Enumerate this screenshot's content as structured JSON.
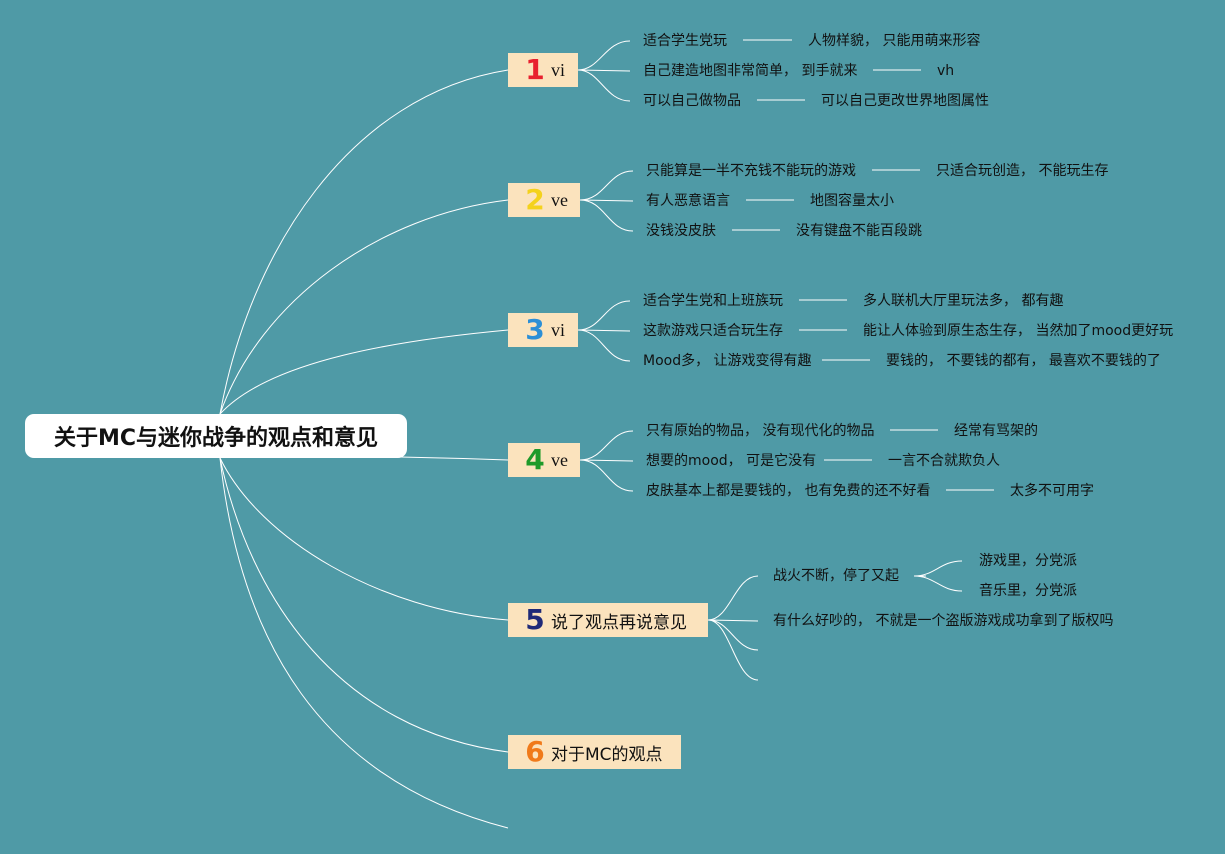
{
  "root": {
    "title": "关于MC与迷你战争的观点和意见"
  },
  "branches": [
    {
      "number": "1",
      "number_color": "#e8202e",
      "label": "vi",
      "items": [
        {
          "left": "适合学生党玩",
          "right": "人物样貌， 只能用萌来形容"
        },
        {
          "left": "自己建造地图非常简单， 到手就来",
          "right": "vh"
        },
        {
          "left": "可以自己做物品",
          "right": "可以自己更改世界地图属性"
        }
      ]
    },
    {
      "number": "2",
      "number_color": "#f4d21c",
      "label": "ve",
      "items": [
        {
          "left": "只能算是一半不充钱不能玩的游戏",
          "right": "只适合玩创造， 不能玩生存"
        },
        {
          "left": "有人恶意语言",
          "right": "地图容量太小"
        },
        {
          "left": "没钱没皮肤",
          "right": "没有键盘不能百段跳"
        }
      ]
    },
    {
      "number": "3",
      "number_color": "#2c8fd6",
      "label": "vi",
      "items": [
        {
          "left": "适合学生党和上班族玩",
          "right": "多人联机大厅里玩法多， 都有趣"
        },
        {
          "left": "这款游戏只适合玩生存",
          "right": "能让人体验到原生态生存， 当然加了mood更好玩"
        },
        {
          "left": "Mood多， 让游戏变得有趣",
          "right": "要钱的， 不要钱的都有， 最喜欢不要钱的了"
        }
      ]
    },
    {
      "number": "4",
      "number_color": "#1e9a2a",
      "label": "ve",
      "items": [
        {
          "left": "只有原始的物品， 没有现代化的物品",
          "right": "经常有骂架的"
        },
        {
          "left": "想要的mood， 可是它没有",
          "right": "一言不合就欺负人"
        },
        {
          "left": "皮肤基本上都是要钱的， 也有免费的还不好看",
          "right": "太多不可用字"
        }
      ]
    },
    {
      "number": "5",
      "number_color": "#1f2a78",
      "label": "说了观点再说意见",
      "items": [
        {
          "text": "战火不断，停了又起",
          "children": [
            "游戏里，分党派",
            "音乐里，分党派"
          ]
        },
        {
          "text": "有什么好吵的， 不就是一个盗版游戏成功拿到了版权吗"
        }
      ]
    },
    {
      "number": "6",
      "number_color": "#f07a1a",
      "label": "对于MC的观点",
      "items": []
    }
  ]
}
